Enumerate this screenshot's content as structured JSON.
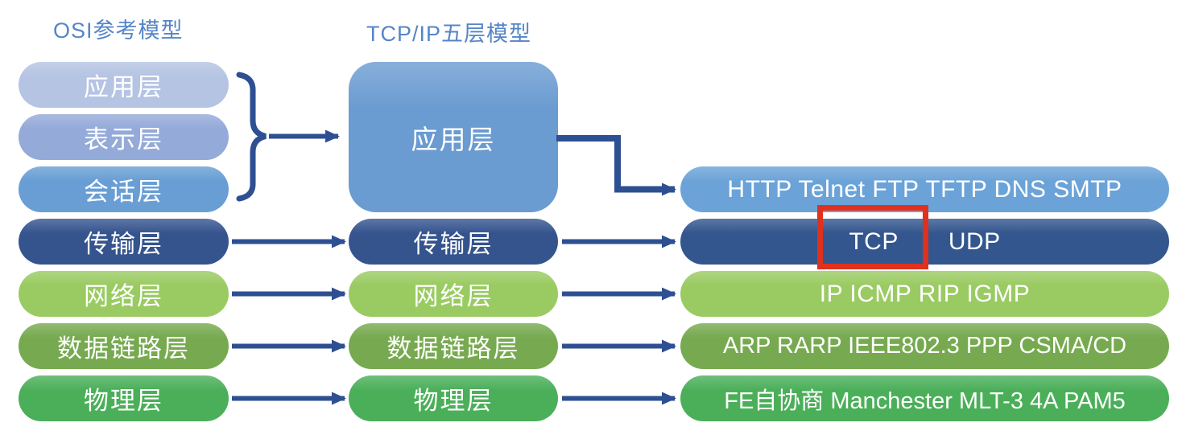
{
  "osi": {
    "title": "OSI参考模型",
    "layers": [
      {
        "label": "应用层",
        "color": "#b5c4e3"
      },
      {
        "label": "表示层",
        "color": "#94aad9"
      },
      {
        "label": "会话层",
        "color": "#689ed4"
      },
      {
        "label": "传输层",
        "color": "#35548e"
      },
      {
        "label": "网络层",
        "color": "#9acb62"
      },
      {
        "label": "数据链路层",
        "color": "#77aa50"
      },
      {
        "label": "物理层",
        "color": "#4baf59"
      }
    ]
  },
  "tcpip": {
    "title": "TCP/IP五层模型",
    "layers": [
      {
        "label": "应用层",
        "color": "#6a9bd1"
      },
      {
        "label": "传输层",
        "color": "#35548e"
      },
      {
        "label": "网络层",
        "color": "#9acb62"
      },
      {
        "label": "数据链路层",
        "color": "#77aa50"
      },
      {
        "label": "物理层",
        "color": "#4baf59"
      }
    ]
  },
  "protocols": {
    "rows": [
      {
        "label": "HTTP Telnet FTP TFTP DNS SMTP",
        "color": "#6ba3d8"
      },
      {
        "tcp": "TCP",
        "udp": "UDP",
        "color": "#33568e"
      },
      {
        "label": "IP ICMP RIP IGMP",
        "color": "#9acb62"
      },
      {
        "label": "ARP RARP IEEE802.3 PPP CSMA/CD",
        "color": "#77aa50"
      },
      {
        "label": "FE自协商 Manchester MLT-3 4A PAM5",
        "color": "#4baf59"
      }
    ]
  },
  "highlight": {
    "target": "TCP",
    "color": "#e0301e"
  },
  "arrow_color": "#2e4f92",
  "title_color": "#5585c8"
}
